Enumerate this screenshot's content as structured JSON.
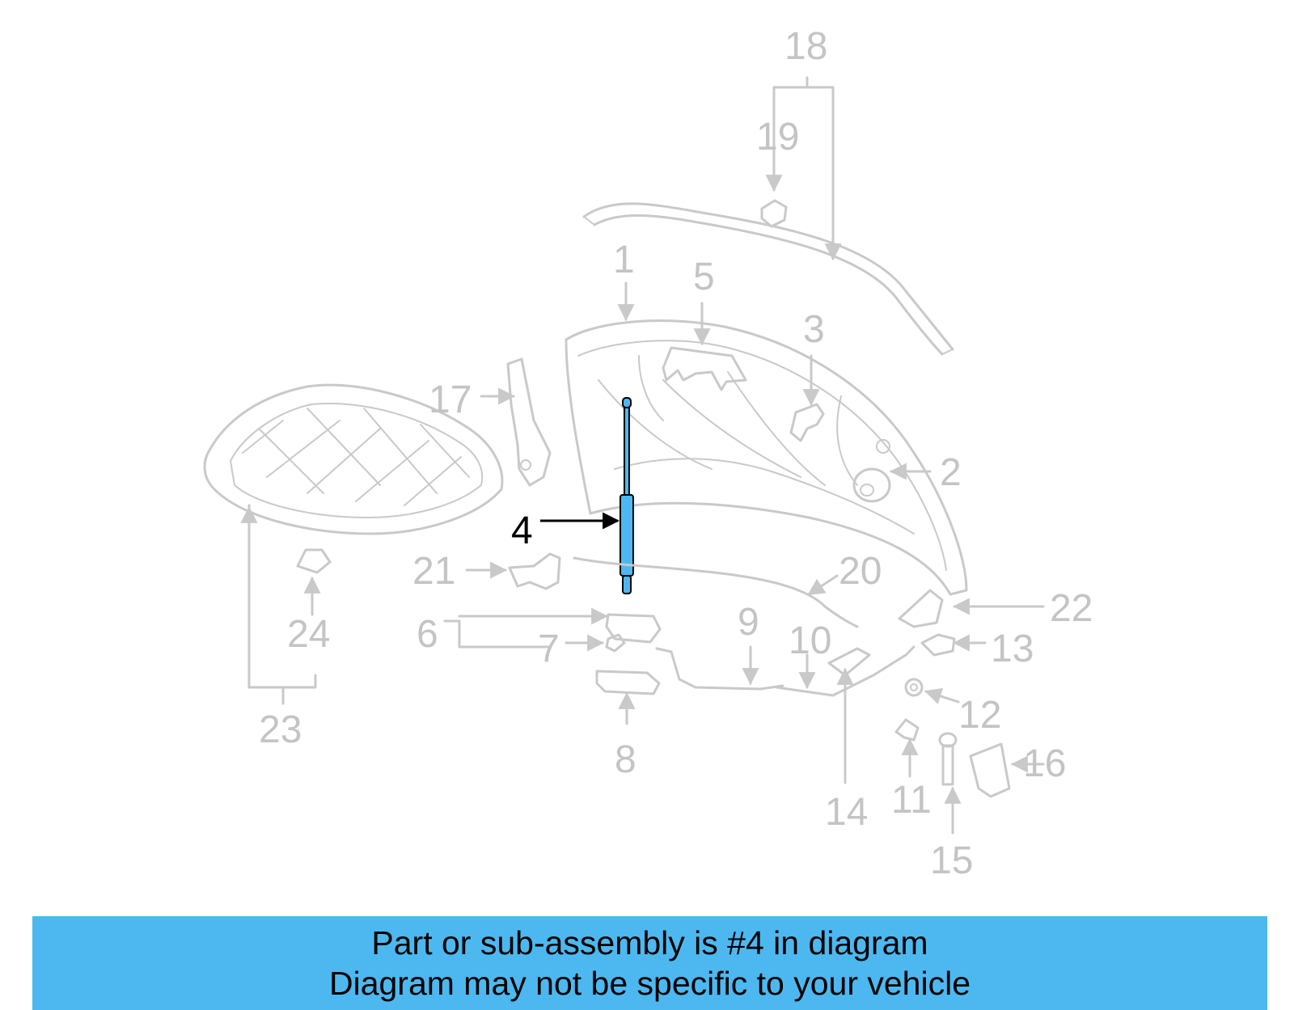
{
  "diagram": {
    "callouts": {
      "c1": "1",
      "c2": "2",
      "c3": "3",
      "c4": "4",
      "c5": "5",
      "c6": "6",
      "c7": "7",
      "c8": "8",
      "c9": "9",
      "c10": "10",
      "c11": "11",
      "c12": "12",
      "c13": "13",
      "c14": "14",
      "c15": "15",
      "c16": "16",
      "c17": "17",
      "c18": "18",
      "c19": "19",
      "c20": "20",
      "c21": "21",
      "c22": "22",
      "c23": "23",
      "c24": "24"
    },
    "highlighted_part": "4",
    "colors": {
      "line_art": "#c9c9c9",
      "callout_text": "#c4c4c4",
      "highlight_fill": "#4db8f0",
      "highlight_text": "#000000"
    }
  },
  "banner": {
    "line1": "Part or sub-assembly is #4 in diagram",
    "line2": "Diagram may not be specific to your vehicle",
    "background": "#4db8f0"
  }
}
